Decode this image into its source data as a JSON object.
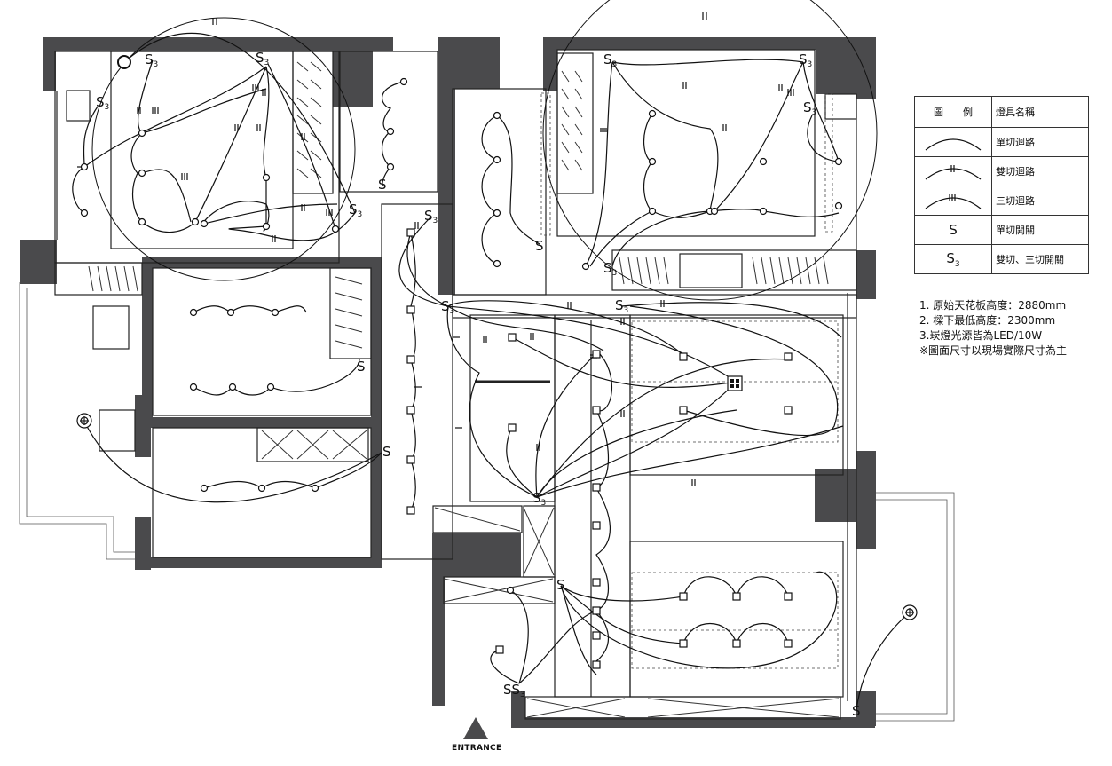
{
  "legend": {
    "header_symbol": "圖　　例",
    "header_name": "燈具名稱",
    "rows": [
      {
        "icon": "single-arc-icon",
        "name": "單切迴路"
      },
      {
        "icon": "double-cut-arc-icon",
        "name": "雙切迴路"
      },
      {
        "icon": "triple-cut-arc-icon",
        "name": "三切迴路"
      },
      {
        "symbol": "S",
        "name": "單切開關"
      },
      {
        "symbol": "S",
        "symbol_sub": "3",
        "name": "雙切、三切開關"
      }
    ]
  },
  "notes": [
    "1. 原始天花板高度：2880mm",
    "2. 樑下最低高度：2300mm",
    "3.崁燈光源皆為LED/10W",
    "※圖面尺寸以現場實際尺寸為主"
  ],
  "plan": {
    "entrance_label": "ENTRANCE",
    "switch_single": "S",
    "switch_3way": "S",
    "switch_3way_sub": "3",
    "switch_pair": "SS",
    "wall_color": "#4a4a4c"
  }
}
